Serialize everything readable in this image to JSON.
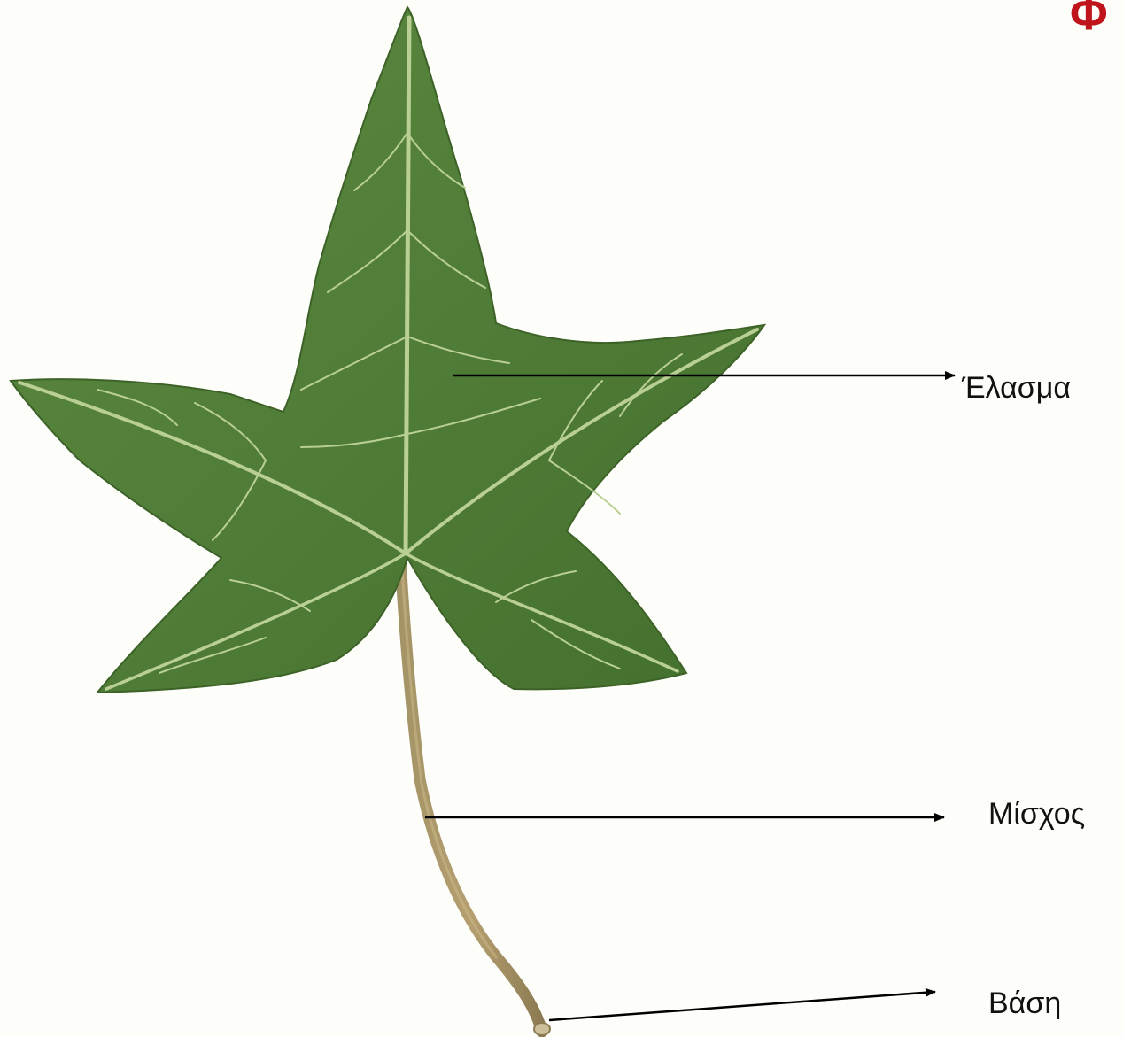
{
  "corner_title": "Φ",
  "labels": {
    "blade": "Έλασμα",
    "petiole": "Μίσχος",
    "base": "Βάση"
  },
  "colors": {
    "background": "#fdfdf9",
    "leaf": "#55803a",
    "leaf_dark": "#3f6a2a",
    "veins": "#b9cf94",
    "petiole": "#9a8a5f",
    "arrows": "#000000",
    "title": "#c0141c"
  }
}
